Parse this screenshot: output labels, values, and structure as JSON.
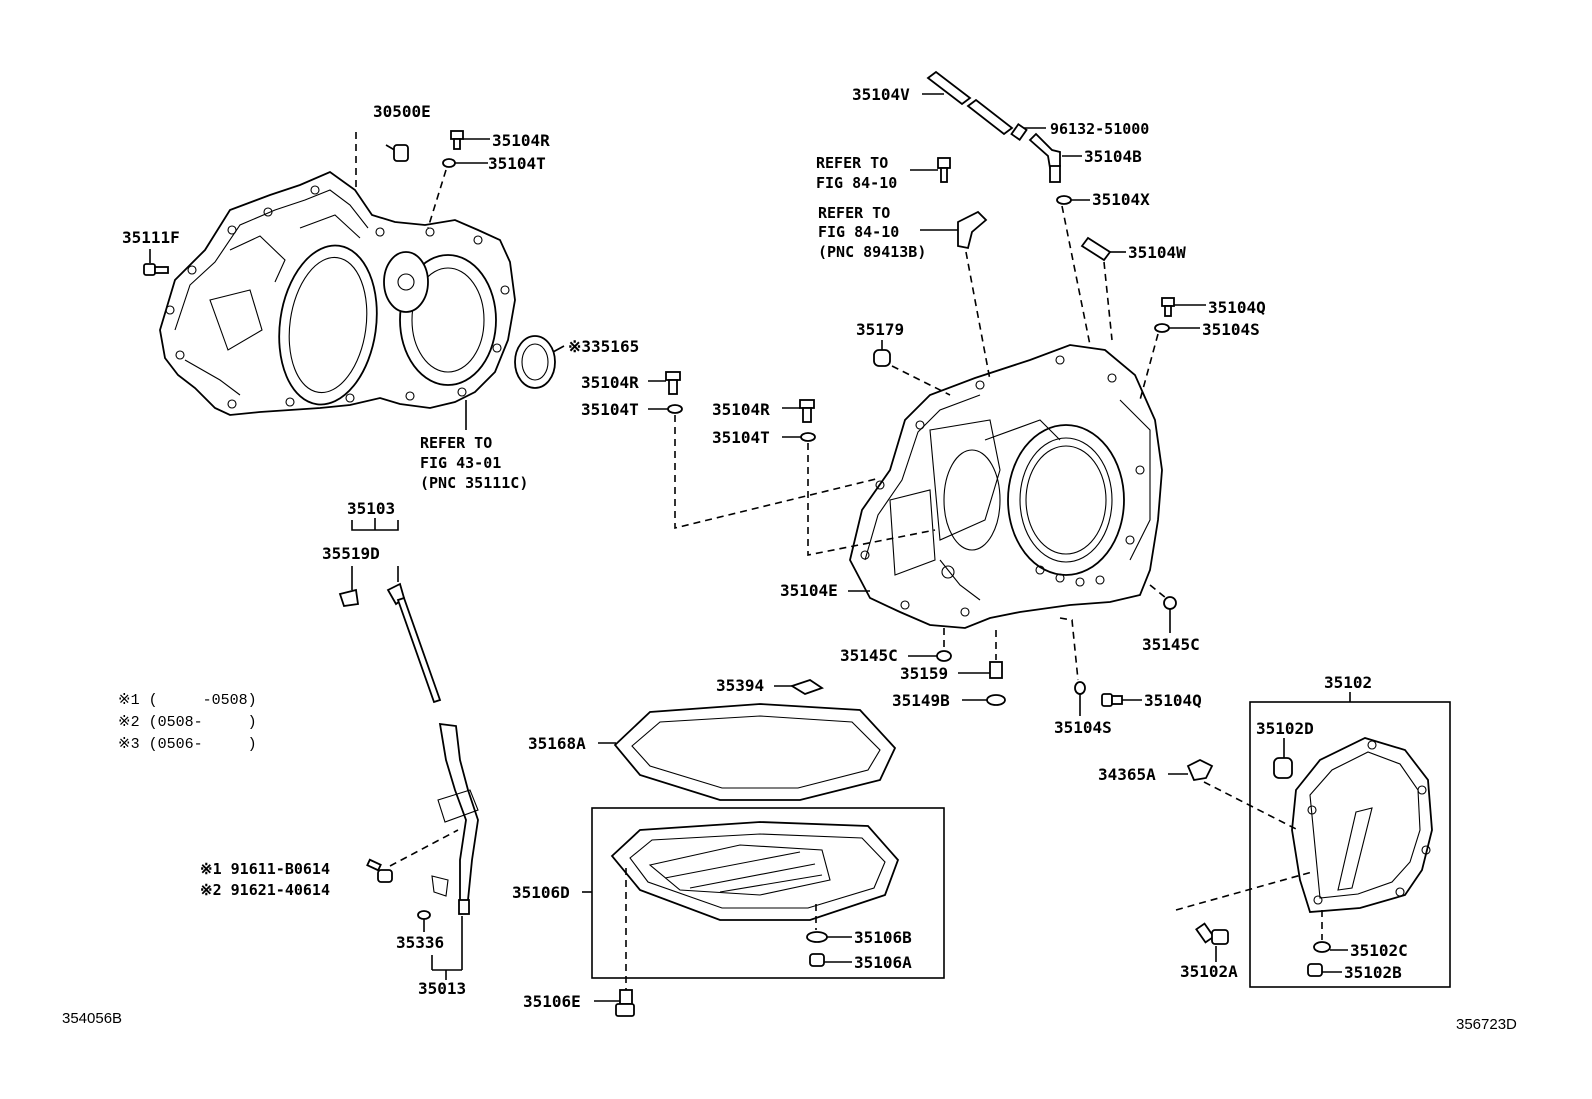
{
  "parts": {
    "p30500E": "30500E",
    "p35104R_a": "35104R",
    "p35104T_a": "35104T",
    "p35111F": "35111F",
    "p35165": "※335165",
    "refer1_l1": "REFER TO",
    "refer1_l2": "FIG 43-01",
    "refer1_l3": "(PNC 35111C)",
    "p35104V": "35104V",
    "p96132": "96132-51000",
    "p35104B": "35104B",
    "refer2_l1": "REFER TO",
    "refer2_l2": "FIG 84-10",
    "refer3_l1": "REFER TO",
    "refer3_l2": "FIG 84-10",
    "refer3_l3": "(PNC 89413B)",
    "p35104X": "35104X",
    "p35104W": "35104W",
    "p35104Q_a": "35104Q",
    "p35104S_a": "35104S",
    "p35179": "35179",
    "p35104R_b": "35104R",
    "p35104T_b": "35104T",
    "p35104R_c": "35104R",
    "p35104T_c": "35104T",
    "p35104E": "35104E",
    "p35145C_a": "35145C",
    "p35145C_b": "35145C",
    "p35159": "35159",
    "p35149B": "35149B",
    "p35104S_b": "35104S",
    "p35104Q_b": "35104Q",
    "p35103": "35103",
    "p35519D": "35519D",
    "p35394": "35394",
    "p35168A": "35168A",
    "p35102": "35102",
    "p35102D": "35102D",
    "p34365A": "34365A",
    "p35106D": "35106D",
    "p35106B": "35106B",
    "p35106A": "35106A",
    "p35106E": "35106E",
    "p91611": "※1 91611-B0614",
    "p91621": "※2 91621-40614",
    "p35336": "35336",
    "p35013": "35013",
    "p35102C": "35102C",
    "p35102B": "35102B",
    "p35102A": "35102A"
  },
  "notes": {
    "n1": "※1 (     -0508)",
    "n2": "※2 (0508-     )",
    "n3": "※3 (0506-     )"
  },
  "codes": {
    "left": "354056B",
    "right": "356723D"
  }
}
